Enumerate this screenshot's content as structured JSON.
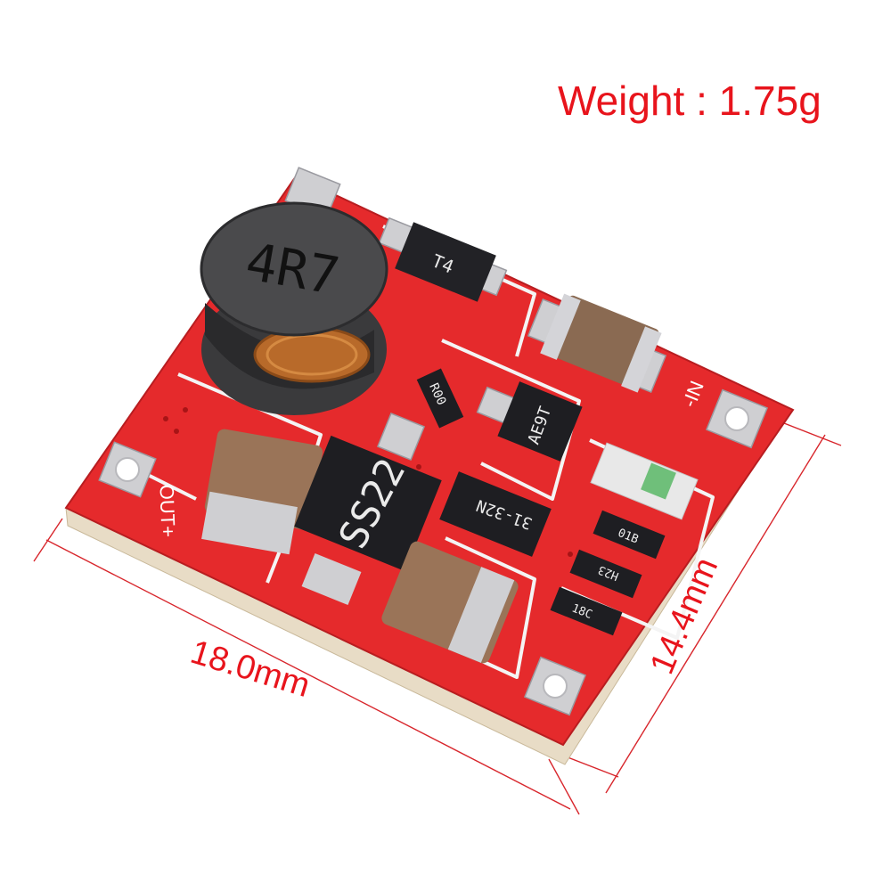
{
  "caption": {
    "weight": "Weight : 1.75g"
  },
  "dimensions": {
    "width": "18.0mm",
    "height": "14.4mm"
  },
  "board": {
    "inductor_marking": "4R7",
    "diode_marking": "SS22",
    "transistor_marking": "T4",
    "ic_marking": "31-32N",
    "regulator_marking": "AE9T",
    "resistor_markings": [
      "R00",
      "01B",
      "H23",
      "18C"
    ],
    "silkscreen_out": "OUT+",
    "silkscreen_in": "-IN",
    "pcb_color": "#e52a2c"
  }
}
